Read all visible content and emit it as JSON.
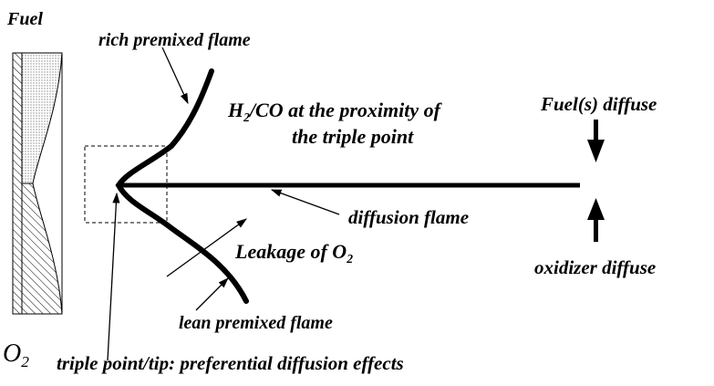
{
  "labels": {
    "fuel": "Fuel",
    "o2_main": "O",
    "o2_main_sub": "2",
    "rich_flame": "rich premixed flame",
    "h2co_a": "H",
    "h2co_sub": "2",
    "h2co_b": "/CO at the proximity of",
    "h2co_line2": "the triple point",
    "fuels_diffuse": "Fuel(s) diffuse",
    "diffusion_flame": "diffusion flame",
    "leakage": "Leakage of O",
    "leakage_sub": "2",
    "oxidizer_diffuse": "oxidizer diffuse",
    "lean_flame": "lean premixed flame",
    "triple_point": "triple point/tip: preferential diffusion effects"
  },
  "colors": {
    "ink": "#000000",
    "fuel_stipple": "#b8b8b8",
    "background": "#ffffff"
  },
  "icons": {
    "arrow_down": "arrow-down-icon",
    "arrow_up": "arrow-up-icon"
  }
}
